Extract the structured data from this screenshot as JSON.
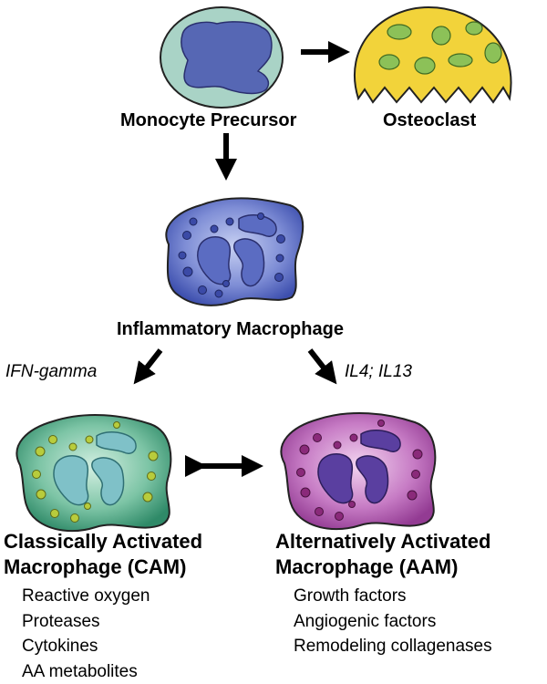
{
  "nodes": {
    "monocyte": {
      "label": "Monocyte Precursor"
    },
    "osteoclast": {
      "label": "Osteoclast"
    },
    "inflammatory": {
      "label": "Inflammatory Macrophage"
    }
  },
  "edges": {
    "left_signal": "IFN-gamma",
    "right_signal": "IL4; IL13"
  },
  "cam": {
    "title_line1": "Classically Activated",
    "title_line2": "Macrophage (CAM)",
    "products": [
      "Reactive oxygen",
      "Proteases",
      "Cytokines",
      "AA metabolites"
    ]
  },
  "aam": {
    "title_line1": "Alternatively Activated",
    "title_line2": "Macrophage (AAM)",
    "products": [
      "Growth factors",
      "Angiogenic factors",
      "Remodeling collagenases"
    ]
  },
  "colors": {
    "monocyte_cytoplasm": "#a9d3c6",
    "monocyte_nucleus": "#5667b4",
    "osteoclast_fill": "#f2d33a",
    "osteoclast_nuclei": "#8cc158",
    "inflammatory_fill": "#5b6cc2",
    "cam_fill": "#4fa486",
    "cam_nucleus": "#7fc1c8",
    "cam_granules": "#b8cc3c",
    "aam_fill": "#b04fb0",
    "aam_nucleus": "#5a3fa0",
    "aam_granules": "#8a2a7a"
  }
}
